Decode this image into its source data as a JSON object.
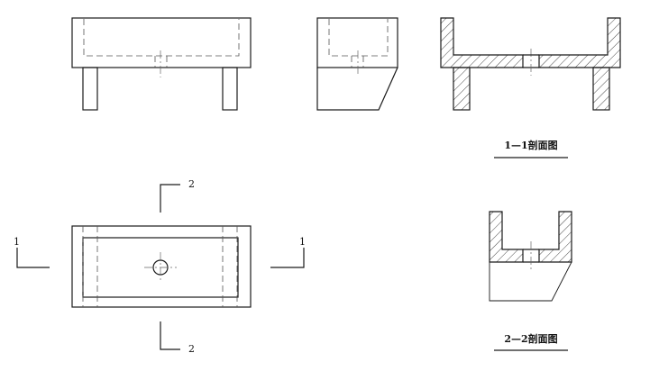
{
  "section_1_title": "1—1剖面图",
  "section_2_title": "2—2剖面图",
  "cut_markers": {
    "left_1": "1",
    "right_1": "1",
    "top_2": "2",
    "bottom_2": "2"
  }
}
